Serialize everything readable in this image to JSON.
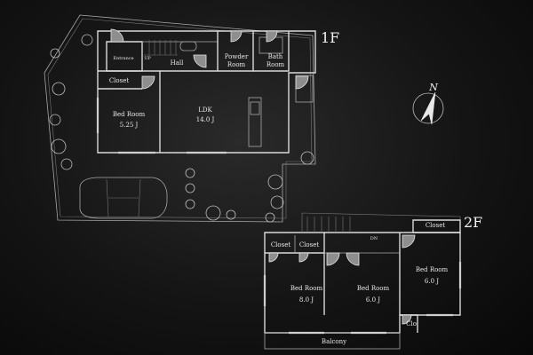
{
  "floors": {
    "first": {
      "label": "1F",
      "rooms": {
        "entrance": "Entrance",
        "up": "UP",
        "hall": "Hall",
        "powder_room_1": "Powder",
        "powder_room_2": "Room",
        "bath_room_1": "Bath",
        "bath_room_2": "Room",
        "closet": "Closet",
        "bed_room": "Bed Room",
        "bed_room_size": "5.25 J",
        "ldk": "LDK",
        "ldk_size": "14.0 J"
      }
    },
    "second": {
      "label": "2F",
      "rooms": {
        "closet_a": "Closet",
        "closet_b": "Closet",
        "closet_c": "Closet",
        "dn": "DN",
        "bed_room_a": "Bed Room",
        "bed_room_a_size": "8.0 J",
        "bed_room_b": "Bed Room",
        "bed_room_b_size": "6.0 J",
        "bed_room_c": "Bed Room",
        "bed_room_c_size": "6.0 J",
        "clo": "Clo",
        "balcony": "Balcony"
      }
    }
  },
  "compass": {
    "label": "N"
  },
  "colors": {
    "background": "#141414",
    "lines": "#d9d9d9",
    "doors": "#8e8e8e"
  }
}
